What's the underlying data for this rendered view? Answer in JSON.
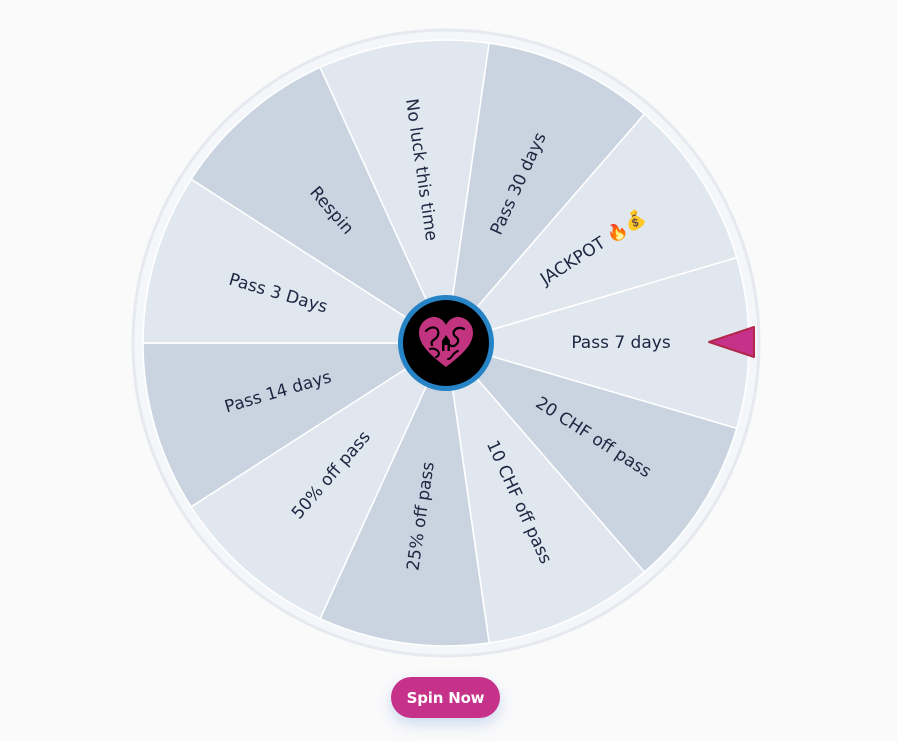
{
  "wheel": {
    "segments": [
      {
        "label": "Pass 7 days",
        "color": "#e1e7ef"
      },
      {
        "label": "20 CHF off pass",
        "color": "#cad4e0"
      },
      {
        "label": "10 CHF off pass",
        "color": "#e1e7ef"
      },
      {
        "label": "25% off pass",
        "color": "#cad4e0"
      },
      {
        "label": "50% off pass",
        "color": "#e1e7ef"
      },
      {
        "label": "Pass 14 days",
        "color": "#cad4e0"
      },
      {
        "label": "Pass 3 Days",
        "color": "#e1e7ef"
      },
      {
        "label": "Respin",
        "color": "#cad4e0"
      },
      {
        "label": "No luck this time",
        "color": "#e1e7ef"
      },
      {
        "label": "Pass 30 days",
        "color": "#cad4e0"
      },
      {
        "label": "JACKPOT 🔥💰",
        "color": "#e1e7ef"
      }
    ],
    "rim_color": "#e6e9ef",
    "hub_ring_color": "#2583c6",
    "hub_fill_color": "#000000",
    "logo_color": "#c2347f",
    "center_icon": "heart-logo-icon",
    "pointer_icon": "pointer-triangle-icon",
    "pointer_color": "#c6318a",
    "pointer_stroke": "#b3284a"
  },
  "spin_button": {
    "label": "Spin Now",
    "color": "#c6318a"
  }
}
